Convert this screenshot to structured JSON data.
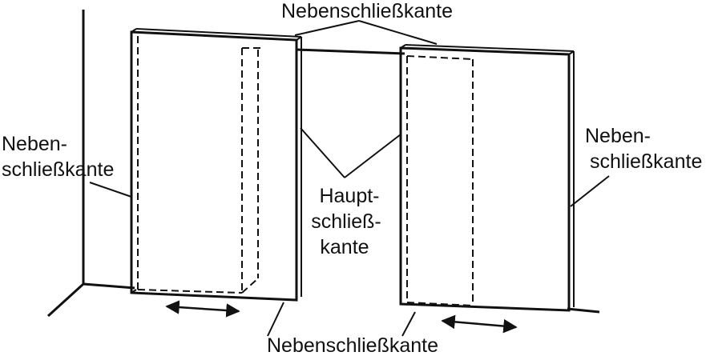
{
  "labels": {
    "top": "Nebenschließkante",
    "left_line1": "Neben-",
    "left_line2": "schließkante",
    "right_line1": "Neben-",
    "right_line2": "schließkante",
    "center_line1": "Haupt-",
    "center_line2": "schließ-",
    "center_line3": "kante",
    "bottom": "Nebenschließkante"
  }
}
